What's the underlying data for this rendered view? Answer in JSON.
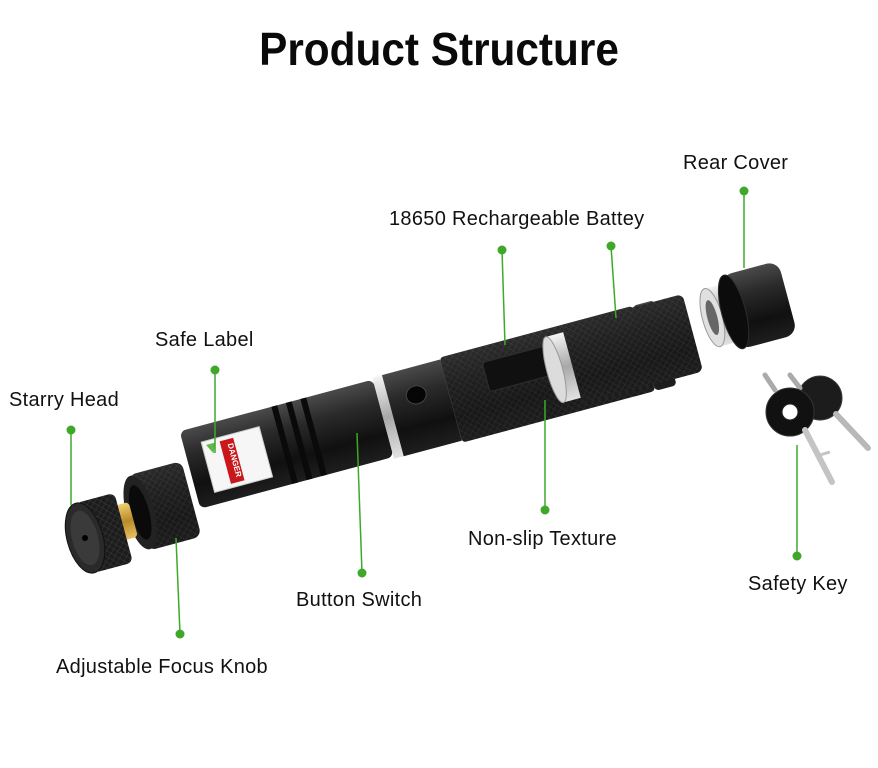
{
  "title": "Product Structure",
  "labels": {
    "rear_cover": "Rear Cover",
    "battery": "18650 Rechargeable Battey",
    "safe_label": "Safe Label",
    "starry_head": "Starry Head",
    "non_slip": "Non-slip Texture",
    "button_switch": "Button Switch",
    "safety_key": "Safety Key",
    "focus_knob": "Adjustable Focus Knob"
  },
  "warning_sticker_text": "DANGER",
  "colors": {
    "leader_line": "#3fa82a",
    "leader_dot": "#3fa82a",
    "body_metal": "#1b1b1b",
    "brass": "#c9a040",
    "silver": "#cfcfcf"
  }
}
